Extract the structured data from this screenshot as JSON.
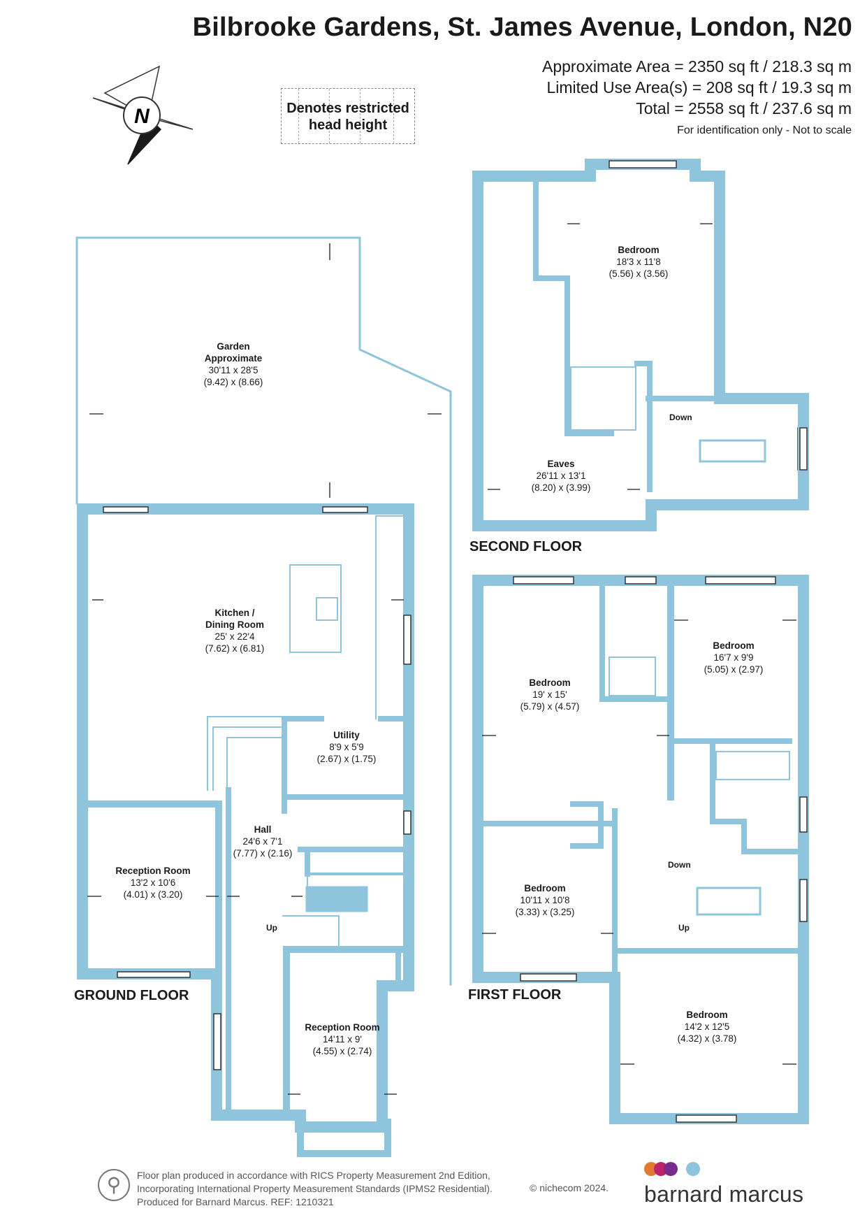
{
  "header": {
    "title": "Bilbrooke Gardens, St. James Avenue, London, N20",
    "approx_area": "Approximate Area = 2350 sq ft / 218.3 sq m",
    "limited_area": "Limited Use Area(s) = 208 sq ft / 19.3 sq m",
    "total": "Total = 2558 sq ft / 237.6 sq m",
    "note": "For identification only - Not to scale"
  },
  "legend": {
    "restricted_line1": "Denotes restricted",
    "restricted_line2": "head height"
  },
  "compass": {
    "label": "N"
  },
  "floors": {
    "ground": "GROUND FLOOR",
    "first": "FIRST FLOOR",
    "second": "SECOND FLOOR"
  },
  "rooms": {
    "garden": {
      "name": "Garden",
      "sub": "Approximate",
      "imp": "30'11 x 28'5",
      "met": "(9.42) x (8.66)"
    },
    "kitchen": {
      "name": "Kitchen /",
      "sub": "Dining Room",
      "imp": "25' x 22'4",
      "met": "(7.62) x (6.81)"
    },
    "utility": {
      "name": "Utility",
      "imp": "8'9 x 5'9",
      "met": "(2.67) x (1.75)"
    },
    "hall": {
      "name": "Hall",
      "imp": "24'6 x 7'1",
      "met": "(7.77) x (2.16)"
    },
    "reception1": {
      "name": "Reception Room",
      "imp": "13'2 x 10'6",
      "met": "(4.01) x (3.20)"
    },
    "reception2": {
      "name": "Reception Room",
      "imp": "14'11 x 9'",
      "met": "(4.55) x (2.74)"
    },
    "bedroom_f1": {
      "name": "Bedroom",
      "imp": "19' x 15'",
      "met": "(5.79) x (4.57)"
    },
    "bedroom_f2": {
      "name": "Bedroom",
      "imp": "16'7 x 9'9",
      "met": "(5.05) x (2.97)"
    },
    "bedroom_f3": {
      "name": "Bedroom",
      "imp": "10'11 x 10'8",
      "met": "(3.33) x (3.25)"
    },
    "bedroom_f4": {
      "name": "Bedroom",
      "imp": "14'2 x 12'5",
      "met": "(4.32) x (3.78)"
    },
    "bedroom_s1": {
      "name": "Bedroom",
      "imp": "18'3 x 11'8",
      "met": "(5.56) x (3.56)"
    },
    "eaves": {
      "name": "Eaves",
      "imp": "26'11 x 13'1",
      "met": "(8.20) x (3.99)"
    }
  },
  "stair_labels": {
    "up_ground": "Up",
    "down_first": "Down",
    "up_first": "Up",
    "down_second": "Down"
  },
  "footer": {
    "line1": "Floor plan produced in accordance with RICS Property Measurement 2nd Edition,",
    "line2": "Incorporating International Property Measurement Standards (IPMS2 Residential).",
    "line3": "Produced for Barnard Marcus.   REF:  1210321",
    "copyright": "© nichecom 2024.",
    "brand": "barnard marcus"
  },
  "colors": {
    "wall": "#8ec4dc",
    "fixture": "#8ec4dc",
    "dot1": "#e07a2f",
    "dot2": "#c0226a",
    "dot3": "#7a2a8c",
    "dot4": "#8ec4dc"
  }
}
